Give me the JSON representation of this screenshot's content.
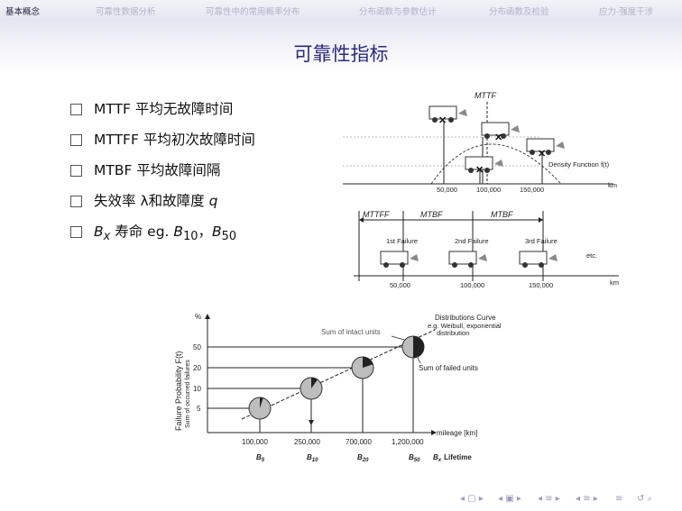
{
  "nav": {
    "items": [
      "基本概念",
      "可靠性数据分析",
      "可靠性中的常用概率分布",
      "分布函数与参数估计",
      "分布函数及检验",
      "应力-强度干涉"
    ],
    "active_index": 0
  },
  "page_title": "可靠性指标",
  "bullets": [
    {
      "latin": "MTTF",
      "cn": "平均无故障时间"
    },
    {
      "latin": "MTTFF",
      "cn": "平均初次故障时间"
    },
    {
      "latin": "MTBF",
      "cn": "平均故障间隔"
    },
    {
      "cn_a": "失效率",
      "sym": "λ",
      "cn_b": "和故障度",
      "q": "q"
    },
    {
      "bx_base": "B",
      "bx_sub": "x",
      "cn": "寿命",
      "eg": "eg.",
      "b10_base": "B",
      "b10_sub": "10",
      "sep": "，",
      "b50_base": "B",
      "b50_sub": "50"
    }
  ],
  "fig1": {
    "label_mttf": "MTTF",
    "density_label": "Density Function f(t)",
    "ticks": [
      "50,000",
      "100,000",
      "150,000"
    ],
    "unit": "km"
  },
  "fig2": {
    "segments": [
      "MTTFF",
      "MTBF",
      "MTBF"
    ],
    "failures": [
      "1st Failure",
      "2nd Failure",
      "3rd Failure"
    ],
    "etc": "etc.",
    "ticks": [
      "50,000",
      "100,000",
      "150,000"
    ],
    "unit": "km"
  },
  "fig3": {
    "y_unit": "%",
    "y_label": "Failure Probability F(t)",
    "y_sublabel": "Sum of occurred failures",
    "y_ticks": [
      "50",
      "20",
      "10",
      "5"
    ],
    "x_ticks": [
      "100,000",
      "250,000",
      "700,000",
      "1,200,000"
    ],
    "x_label": "mileage [km]",
    "b_labels": [
      {
        "base": "B",
        "sub": "5"
      },
      {
        "base": "B",
        "sub": "10"
      },
      {
        "base": "B",
        "sub": "20"
      },
      {
        "base": "B",
        "sub": "50"
      }
    ],
    "bx_lifetime": {
      "base": "B",
      "sub": "x",
      "text": "Lifetime"
    },
    "intact_label": "Sum of intact units",
    "failed_label": "Sum of failed units",
    "curve_label": [
      "Distributions Curve",
      "e.g. Weibull, exponential",
      "distribution"
    ]
  },
  "colors": {
    "title": "#2a2a7a",
    "nav_active": "#222244",
    "nav_inactive": "#b0b0c8"
  }
}
